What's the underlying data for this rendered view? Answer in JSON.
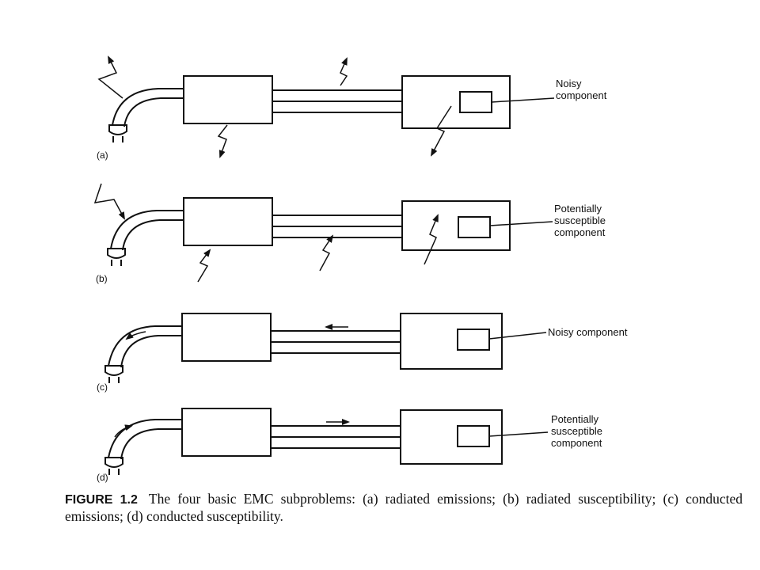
{
  "panels": [
    {
      "tag": "(a)",
      "label_lines": [
        "Noisy",
        "component"
      ]
    },
    {
      "tag": "(b)",
      "label_lines": [
        "Potentially",
        "susceptible",
        "component"
      ]
    },
    {
      "tag": "(c)",
      "label_lines": [
        "Noisy component"
      ]
    },
    {
      "tag": "(d)",
      "label_lines": [
        "Potentially",
        "susceptible",
        "component"
      ]
    }
  ],
  "caption": {
    "figure_label": "FIGURE 1.2",
    "text": "The four basic EMC subproblems: (a) radiated emissions; (b) radiated susceptibility; (c) conducted emissions; (d) conducted susceptibility."
  }
}
